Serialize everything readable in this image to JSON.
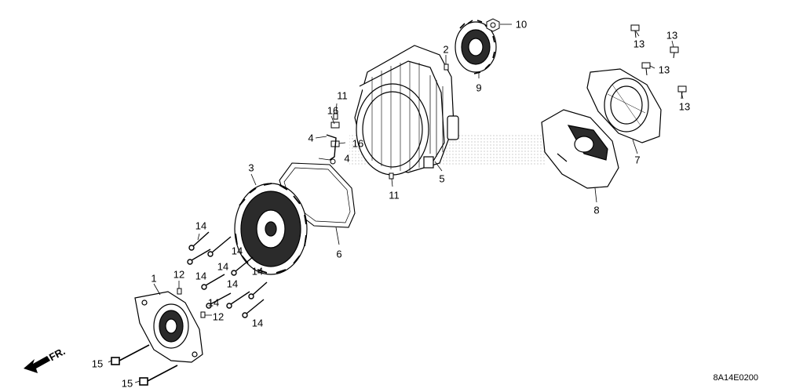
{
  "callouts": {
    "c1": "1",
    "c2": "2",
    "c3": "3",
    "c4a": "4",
    "c4b": "4",
    "c5": "5",
    "c6": "6",
    "c7": "7",
    "c8": "8",
    "c9": "9",
    "c10": "10",
    "c11a": "11",
    "c11b": "11",
    "c12a": "12",
    "c12b": "12",
    "c13a": "13",
    "c13b": "13",
    "c13c": "13",
    "c13d": "13",
    "c14a": "14",
    "c14b": "14",
    "c14c": "14",
    "c14d": "14",
    "c14e": "14",
    "c14f": "14",
    "c14g": "14",
    "c14h": "14",
    "c15a": "15",
    "c15b": "15",
    "c16a": "16",
    "c16b": "16"
  },
  "front_arrow": "FR.",
  "diagram_code": "8A14E0200",
  "colors": {
    "line": "#000000",
    "fill": "#ffffff",
    "dark": "#2b2b2b",
    "dots": "#c8c8c8"
  }
}
